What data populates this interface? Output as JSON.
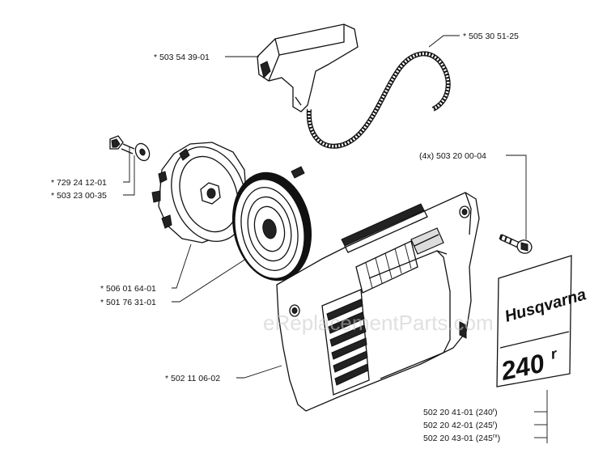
{
  "labels": {
    "handle": "* 503 54 39-01",
    "rope": "* 505 30 51-25",
    "screw": "* 729 24 12-01",
    "washer": "* 503 23 00-35",
    "screws_4x": "(4x) 503 20 00-04",
    "pulley": "* 506 01 64-01",
    "spring": "* 501 76 31-01",
    "cover": "* 502 11 06-02",
    "decal_240": "502 20 41-01 (240",
    "decal_240_sup": "r",
    "decal_245": "502 20 42-01 (245",
    "decal_245_sup": "r",
    "decal_245rx": "502 20 43-01 (245",
    "decal_245rx_sup": "rx",
    "close_paren": ")"
  },
  "decal": {
    "brand": "Husqvarna",
    "model": "240",
    "model_sup": "r"
  },
  "watermark": "eReplacementParts.com"
}
